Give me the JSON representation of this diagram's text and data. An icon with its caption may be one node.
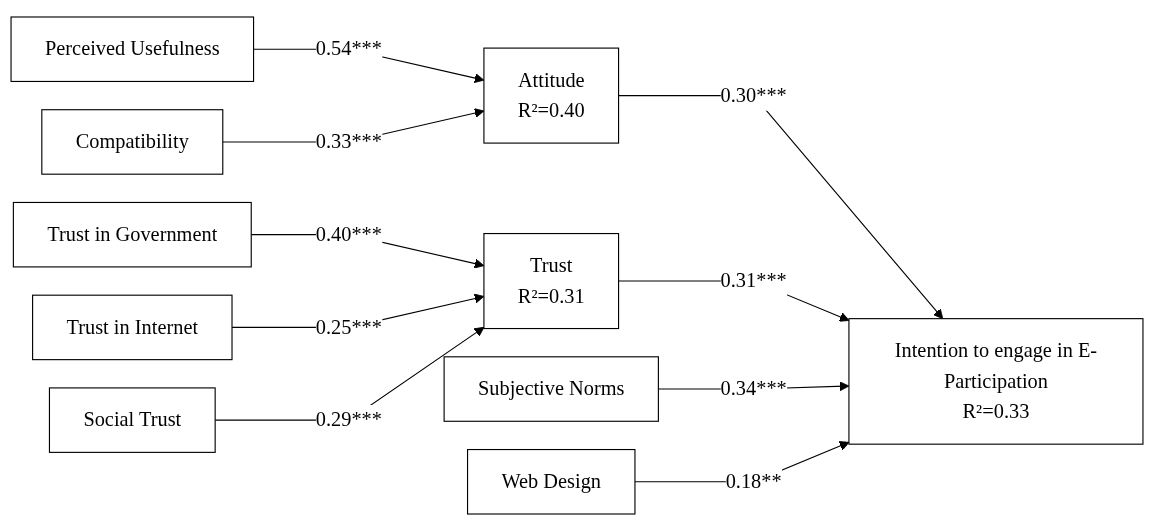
{
  "diagram": {
    "nodes": [
      {
        "text": [
          "Perceived Usefulness"
        ]
      },
      {
        "text": [
          "Compatibility"
        ]
      },
      {
        "text": [
          "Attitude",
          "R²=0.40"
        ]
      },
      {
        "text": [
          "Trust in Government"
        ]
      },
      {
        "text": [
          "Trust in Internet"
        ]
      },
      {
        "text": [
          "Social Trust"
        ]
      },
      {
        "text": [
          "Trust",
          "R²=0.31"
        ]
      },
      {
        "text": [
          "Intention to engage in E-Participation",
          "R²=0.33"
        ]
      },
      {
        "text": [
          "Subjective Norms"
        ]
      },
      {
        "text": [
          "Web Design"
        ]
      }
    ],
    "edges": [
      {
        "from": 0,
        "to": 2,
        "arrow": "to",
        "label": "0.54***"
      },
      {
        "from": 1,
        "to": 2,
        "arrow": "to",
        "label": "0.33***"
      },
      {
        "from": 3,
        "to": 6,
        "arrow": "to",
        "label": "0.40***"
      },
      {
        "from": 4,
        "to": 6,
        "arrow": "to",
        "label": "0.25***"
      },
      {
        "from": 5,
        "to": 6,
        "arrow": "to",
        "label": "0.29***"
      },
      {
        "from": 2,
        "to": 7,
        "arrow": "to",
        "label": "0.30***"
      },
      {
        "from": 6,
        "to": 7,
        "arrow": "to",
        "label": "0.31***"
      },
      {
        "from": 8,
        "to": 7,
        "arrow": "to",
        "label": "0.34***"
      },
      {
        "from": 9,
        "to": 7,
        "arrow": "to",
        "label": "0.18**"
      }
    ]
  }
}
